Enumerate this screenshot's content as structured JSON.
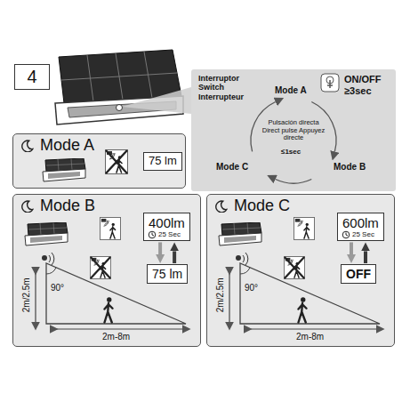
{
  "diagram": {
    "nodes": [
      {
        "text": [
          "4"
        ]
      },
      {
        "text": [
          "Interruptor Switch Interrupteur",
          "ON/OFF ≥3sec",
          "Mode A",
          "Pulsación directa Direct pulse Appuyez directe",
          "≤1sec",
          "Mode B",
          "Mode C"
        ]
      },
      {
        "text": [
          "Mode A"
        ]
      },
      {
        "text": [
          "75 lm"
        ],
        "in": 2
      },
      {
        "text": [
          "Mode B",
          "2m/2.5m",
          "90°",
          "2m-8m"
        ]
      },
      {
        "text": [
          "400lm",
          "25 Sec"
        ],
        "in": 4
      },
      {
        "text": [
          "75 lm"
        ],
        "in": 4
      },
      {
        "text": [
          "Mode C",
          "2m/2.5m",
          "90°",
          "2m-8m"
        ]
      },
      {
        "text": [
          "600lm",
          "25 Sec"
        ],
        "in": 7
      },
      {
        "text": [
          "OFF"
        ],
        "in": 7
      }
    ],
    "edges": [
      {
        "from": 5,
        "to": 6,
        "arrow": "to"
      },
      {
        "from": 6,
        "to": 5,
        "arrow": "to"
      },
      {
        "from": 8,
        "to": 9,
        "arrow": "to"
      },
      {
        "from": 9,
        "to": 8,
        "arrow": "to"
      }
    ]
  }
}
